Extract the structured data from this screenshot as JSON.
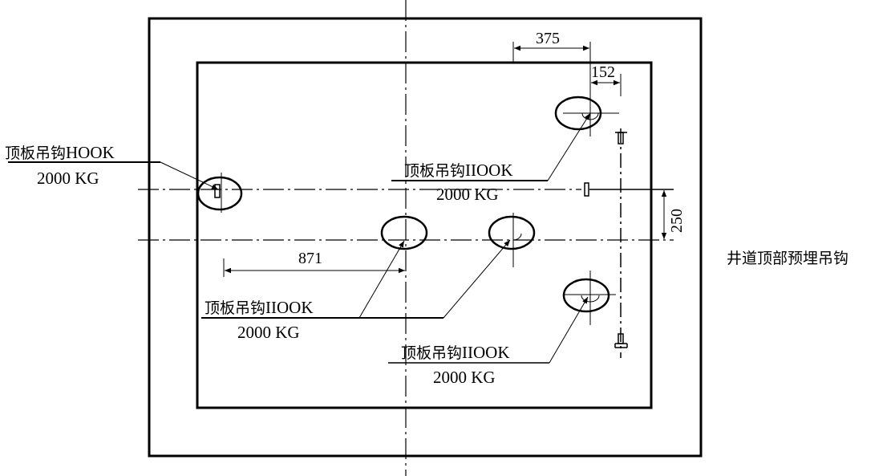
{
  "drawing": {
    "side_title": "井道顶部预埋吊钩",
    "colors": {
      "line": "#000000",
      "background": "#ffffff"
    }
  },
  "hooks": [
    {
      "name_cn": "顶板吊钩",
      "name_en": "HOOK",
      "load": "2000 KG"
    },
    {
      "name_cn": "顶板吊钩",
      "name_en": "IIOOK",
      "load": "2000 KG"
    },
    {
      "name_cn": "顶板吊钩",
      "name_en": "IIOOK",
      "load": "2000 KG"
    },
    {
      "name_cn": "顶板吊钩",
      "name_en": "IIOOK",
      "load": "2000 KG"
    }
  ],
  "dimensions": {
    "top_offset": "375",
    "right_offset": "152",
    "vertical_spacing": "250",
    "horizontal_offset": "871"
  }
}
